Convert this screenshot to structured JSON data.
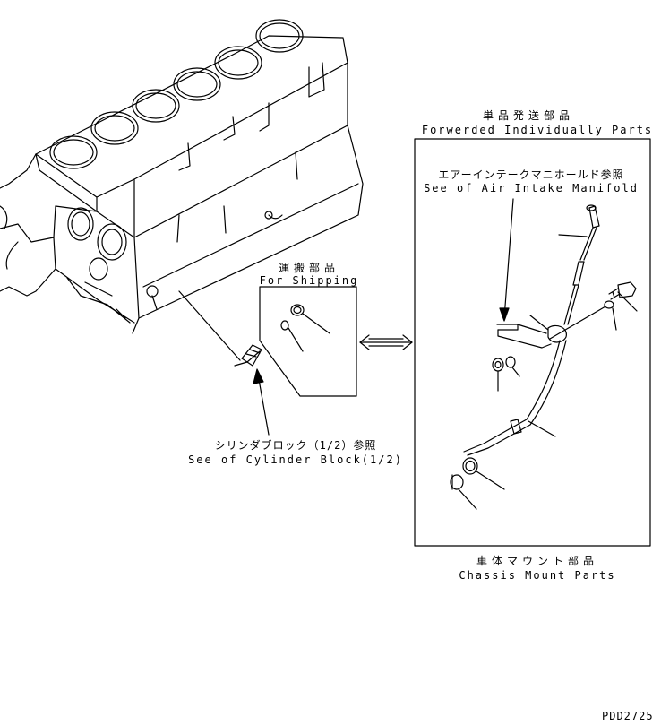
{
  "labels": {
    "forwarded_jp": "単品発送部品",
    "forwarded_en": "Forwerded Individually Parts",
    "intake_jp": "エアーインテークマニホールド参照",
    "intake_en": "See of Air Intake Manifold",
    "shipping_jp": "運搬部品",
    "shipping_en": "For Shipping",
    "cylinder_jp": "シリンダブロック（1/2）参照",
    "cylinder_en": "See of Cylinder Block(1/2)",
    "chassis_jp": "車体マウント部品",
    "chassis_en": "Chassis Mount Parts",
    "drawing_code": "PDD2725"
  },
  "colors": {
    "line": "#000000",
    "background": "#ffffff"
  }
}
